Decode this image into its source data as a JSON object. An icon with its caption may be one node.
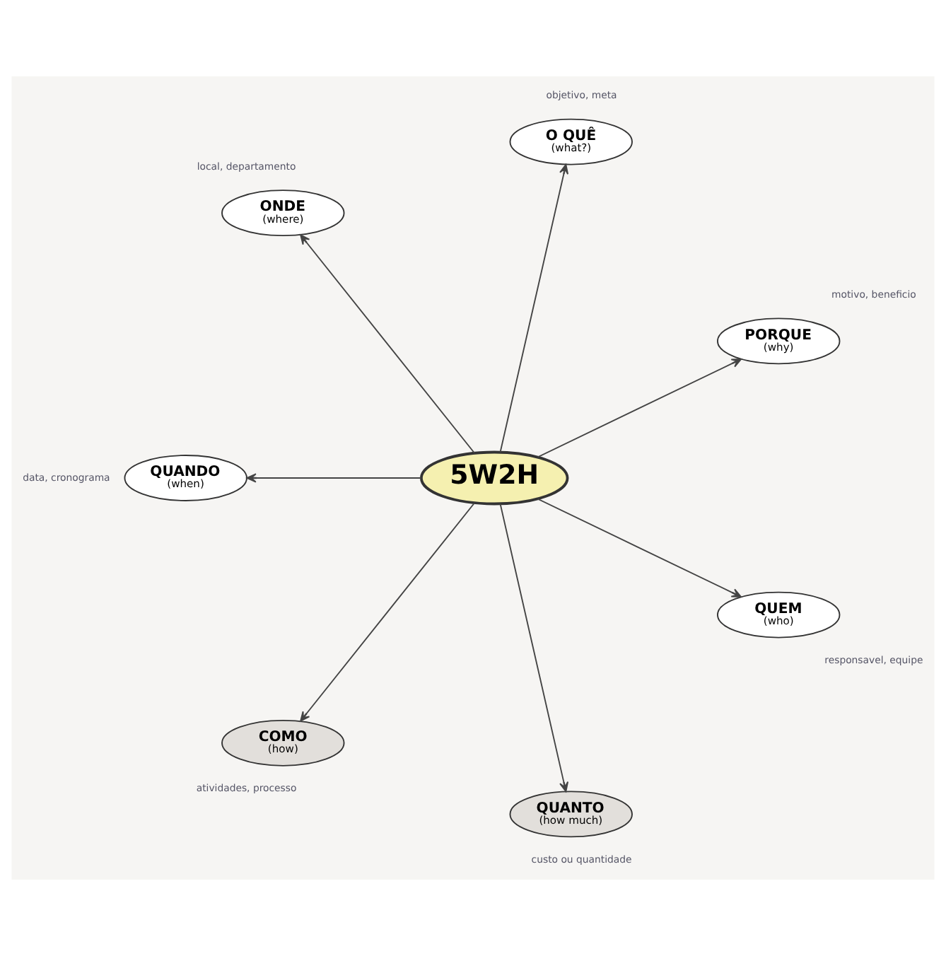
{
  "diagram": {
    "nodes": [
      {
        "text": [
          "5W2H"
        ]
      },
      {
        "text": [
          "O QUÊ",
          "(what?)"
        ],
        "beside": [
          "objetivo, meta"
        ]
      },
      {
        "text": [
          "ONDE",
          "(where)"
        ],
        "beside": [
          "local, departamento"
        ]
      },
      {
        "text": [
          "PORQUE",
          "(why)"
        ],
        "beside": [
          "motivo, beneficio"
        ]
      },
      {
        "text": [
          "QUANDO",
          "(when)"
        ],
        "beside": [
          "data, cronograma"
        ]
      },
      {
        "text": [
          "QUEM",
          "(who)"
        ],
        "beside": [
          "responsavel, equipe"
        ]
      },
      {
        "text": [
          "COMO",
          "(how)"
        ],
        "beside": [
          "atividades, processo"
        ]
      },
      {
        "text": [
          "QUANTO",
          "(how much)"
        ],
        "beside": [
          "custo ou quantidade"
        ]
      }
    ],
    "edges": [
      {
        "from": 0,
        "to": 1,
        "arrow": "to"
      },
      {
        "from": 0,
        "to": 2,
        "arrow": "to"
      },
      {
        "from": 0,
        "to": 3,
        "arrow": "to"
      },
      {
        "from": 0,
        "to": 4,
        "arrow": "to"
      },
      {
        "from": 0,
        "to": 5,
        "arrow": "to"
      },
      {
        "from": 0,
        "to": 6,
        "arrow": "to"
      },
      {
        "from": 0,
        "to": 7,
        "arrow": "to"
      }
    ]
  }
}
